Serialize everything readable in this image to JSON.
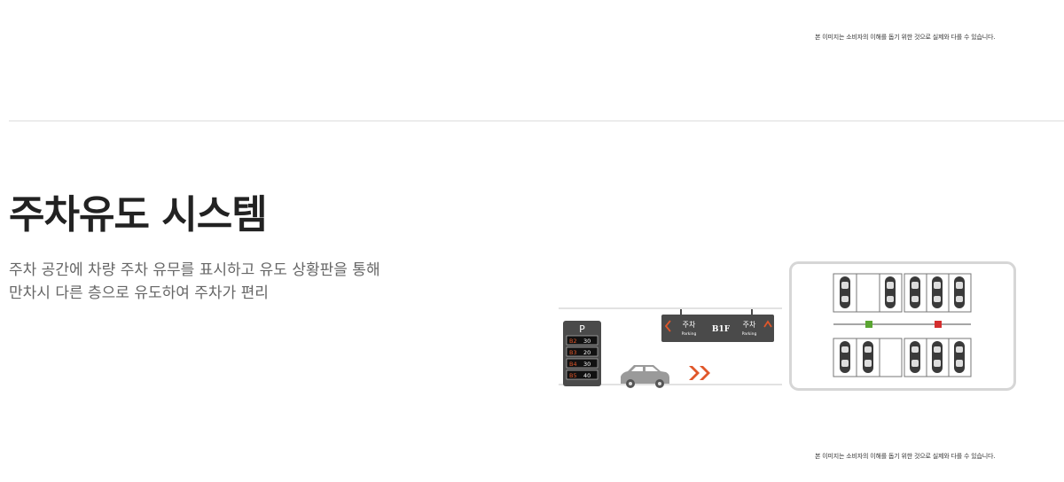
{
  "disclaimer": "본 이미지는 소비자의 이해를 돕기 위한 것으로 실제와 다를 수 있습니다.",
  "section": {
    "title": "주차유도 시스템",
    "description_lines": [
      "주차 공간에 차량 주차 유무를 표시하고 유도 상황판을 통해",
      "만차시 다른 층으로 유도하여 주차가 편리"
    ]
  },
  "illustration": {
    "board": {
      "header": "P",
      "rows": [
        {
          "floor": "B2",
          "count": "30"
        },
        {
          "floor": "B3",
          "count": "20"
        },
        {
          "floor": "B4",
          "count": "30"
        },
        {
          "floor": "B5",
          "count": "40"
        }
      ]
    },
    "sign": {
      "left_main": "주차",
      "left_sub": "Parking",
      "floor": "B1F",
      "right_main": "주차",
      "right_sub": "Parking"
    },
    "colors": {
      "accent": "#e0572a",
      "board_dark": "#4a4a4a",
      "indicator_green": "#5aa532",
      "indicator_red": "#d42e2e"
    }
  }
}
